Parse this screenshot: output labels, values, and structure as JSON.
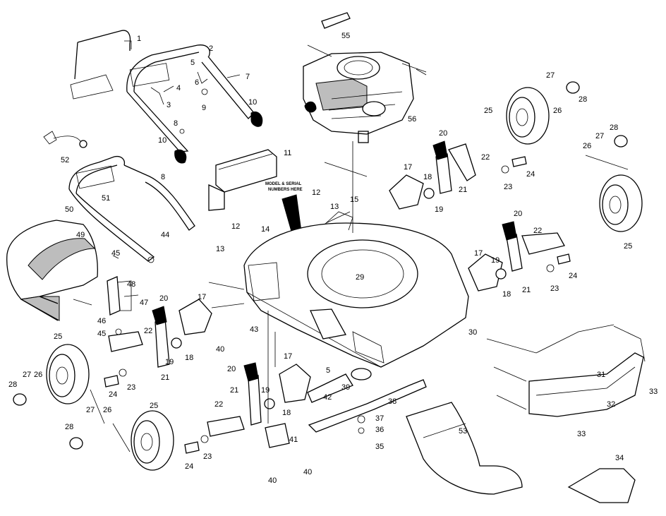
{
  "diagram": {
    "note": [
      "MODEL & SERIAL",
      "NUMBERS HERE"
    ],
    "callouts": [
      {
        "id": "c1",
        "label": "1"
      },
      {
        "id": "c2",
        "label": "2"
      },
      {
        "id": "c3",
        "label": "3"
      },
      {
        "id": "c4",
        "label": "4"
      },
      {
        "id": "c5a",
        "label": "5"
      },
      {
        "id": "c6",
        "label": "6"
      },
      {
        "id": "c7",
        "label": "7"
      },
      {
        "id": "c8a",
        "label": "8"
      },
      {
        "id": "c9",
        "label": "9"
      },
      {
        "id": "c10a",
        "label": "10"
      },
      {
        "id": "c10b",
        "label": "10"
      },
      {
        "id": "c11",
        "label": "11"
      },
      {
        "id": "c8b",
        "label": "8"
      },
      {
        "id": "c52",
        "label": "52"
      },
      {
        "id": "c50",
        "label": "50"
      },
      {
        "id": "c51",
        "label": "51"
      },
      {
        "id": "c55",
        "label": "55"
      },
      {
        "id": "c56",
        "label": "56"
      },
      {
        "id": "c27a",
        "label": "27"
      },
      {
        "id": "c26a",
        "label": "26"
      },
      {
        "id": "c28a",
        "label": "28"
      },
      {
        "id": "c25a",
        "label": "25"
      },
      {
        "id": "c20a",
        "label": "20"
      },
      {
        "id": "c22a",
        "label": "22"
      },
      {
        "id": "c17a",
        "label": "17"
      },
      {
        "id": "c18a",
        "label": "18"
      },
      {
        "id": "c19a",
        "label": "19"
      },
      {
        "id": "c21a",
        "label": "21"
      },
      {
        "id": "c23a",
        "label": "23"
      },
      {
        "id": "c24a",
        "label": "24"
      },
      {
        "id": "c28b",
        "label": "28"
      },
      {
        "id": "c27b",
        "label": "27"
      },
      {
        "id": "c26b",
        "label": "26"
      },
      {
        "id": "c25b",
        "label": "25"
      },
      {
        "id": "c12a",
        "label": "12"
      },
      {
        "id": "c13a",
        "label": "13"
      },
      {
        "id": "c15",
        "label": "15"
      },
      {
        "id": "c12b",
        "label": "12"
      },
      {
        "id": "c13b",
        "label": "13"
      },
      {
        "id": "c14",
        "label": "14"
      },
      {
        "id": "c44",
        "label": "44"
      },
      {
        "id": "c49",
        "label": "49"
      },
      {
        "id": "c45a",
        "label": "45"
      },
      {
        "id": "c48",
        "label": "48"
      },
      {
        "id": "c47",
        "label": "47"
      },
      {
        "id": "c46",
        "label": "46"
      },
      {
        "id": "c45b",
        "label": "45"
      },
      {
        "id": "c29",
        "label": "29"
      },
      {
        "id": "c20b",
        "label": "20"
      },
      {
        "id": "c22b",
        "label": "22"
      },
      {
        "id": "c17b",
        "label": "17"
      },
      {
        "id": "c19b",
        "label": "19"
      },
      {
        "id": "c18b",
        "label": "18"
      },
      {
        "id": "c21b",
        "label": "21"
      },
      {
        "id": "c23b",
        "label": "23"
      },
      {
        "id": "c24b",
        "label": "24"
      },
      {
        "id": "c20c",
        "label": "20"
      },
      {
        "id": "c17c",
        "label": "17"
      },
      {
        "id": "c22c",
        "label": "22"
      },
      {
        "id": "c19c",
        "label": "19"
      },
      {
        "id": "c18c",
        "label": "18"
      },
      {
        "id": "c21c",
        "label": "21"
      },
      {
        "id": "c40a",
        "label": "40"
      },
      {
        "id": "c43",
        "label": "43"
      },
      {
        "id": "c30",
        "label": "30"
      },
      {
        "id": "c5b",
        "label": "5"
      },
      {
        "id": "c25c",
        "label": "25"
      },
      {
        "id": "c27c",
        "label": "27"
      },
      {
        "id": "c26c",
        "label": "26"
      },
      {
        "id": "c28c",
        "label": "28"
      },
      {
        "id": "c24c",
        "label": "24"
      },
      {
        "id": "c23c",
        "label": "23"
      },
      {
        "id": "c17d",
        "label": "17"
      },
      {
        "id": "c20d",
        "label": "20"
      },
      {
        "id": "c21d",
        "label": "21"
      },
      {
        "id": "c19d",
        "label": "19"
      },
      {
        "id": "c18d",
        "label": "18"
      },
      {
        "id": "c22d",
        "label": "22"
      },
      {
        "id": "c39",
        "label": "39"
      },
      {
        "id": "c42",
        "label": "42"
      },
      {
        "id": "c38",
        "label": "38"
      },
      {
        "id": "c37",
        "label": "37"
      },
      {
        "id": "c36",
        "label": "36"
      },
      {
        "id": "c35",
        "label": "35"
      },
      {
        "id": "c41",
        "label": "41"
      },
      {
        "id": "c40b",
        "label": "40"
      },
      {
        "id": "c40c",
        "label": "40"
      },
      {
        "id": "c27d",
        "label": "27"
      },
      {
        "id": "c26d",
        "label": "26"
      },
      {
        "id": "c28d",
        "label": "28"
      },
      {
        "id": "c25d",
        "label": "25"
      },
      {
        "id": "c23d",
        "label": "23"
      },
      {
        "id": "c24d",
        "label": "24"
      },
      {
        "id": "c53",
        "label": "53"
      },
      {
        "id": "c31",
        "label": "31"
      },
      {
        "id": "c32",
        "label": "32"
      },
      {
        "id": "c33a",
        "label": "33"
      },
      {
        "id": "c33b",
        "label": "33"
      },
      {
        "id": "c34",
        "label": "34"
      }
    ]
  }
}
